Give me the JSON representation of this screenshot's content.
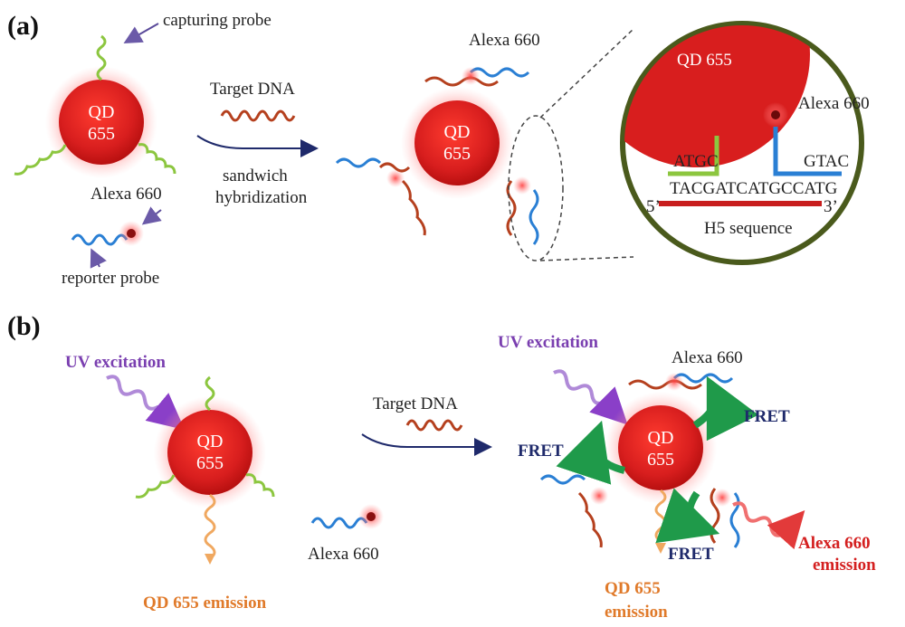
{
  "panel_a": {
    "label": "(a)",
    "qd_line1": "QD",
    "qd_line2": "655",
    "capturing_probe": "capturing probe",
    "alexa_660": "Alexa 660",
    "reporter_probe": "reporter probe",
    "target_dna": "Target DNA",
    "sandwich": "sandwich",
    "hybridization": "hybridization",
    "product_alexa": "Alexa 660",
    "zoom": {
      "qd": "QD 655",
      "alexa": "Alexa 660",
      "atgc": "ATGC",
      "gtac": "GTAC",
      "sequence": "TACGATCATGCCATG",
      "five_prime": "5’",
      "three_prime": "3’",
      "h5": "H5 sequence"
    }
  },
  "panel_b": {
    "label": "(b)",
    "uv_left": "UV excitation",
    "qd_line1": "QD",
    "qd_line2": "655",
    "qd_emission_left": "QD 655 emission",
    "alexa_free": "Alexa 660",
    "target_dna": "Target DNA",
    "uv_right": "UV excitation",
    "alexa_right": "Alexa 660",
    "fret_1": "FRET",
    "fret_2": "FRET",
    "fret_3": "FRET",
    "qd_emission_right_1": "QD 655",
    "qd_emission_right_2": "emission",
    "alexa_emission_1": "Alexa 660",
    "alexa_emission_2": "emission"
  },
  "colors": {
    "qd_red": "#d81e1e",
    "capture_green": "#8cc63f",
    "reporter_blue": "#2a7fd4",
    "target_brown": "#b5401e",
    "fret_green": "#1f9a4a",
    "arrow_navy": "#1f2a6b",
    "ring_olive": "#4a5a1c"
  },
  "icons": [
    "capturing-probe-helix-icon",
    "reporter-probe-helix-icon",
    "target-dna-helix-icon",
    "alexa-dye-icon",
    "uv-wave-icon",
    "fret-curved-arrow-icon"
  ]
}
